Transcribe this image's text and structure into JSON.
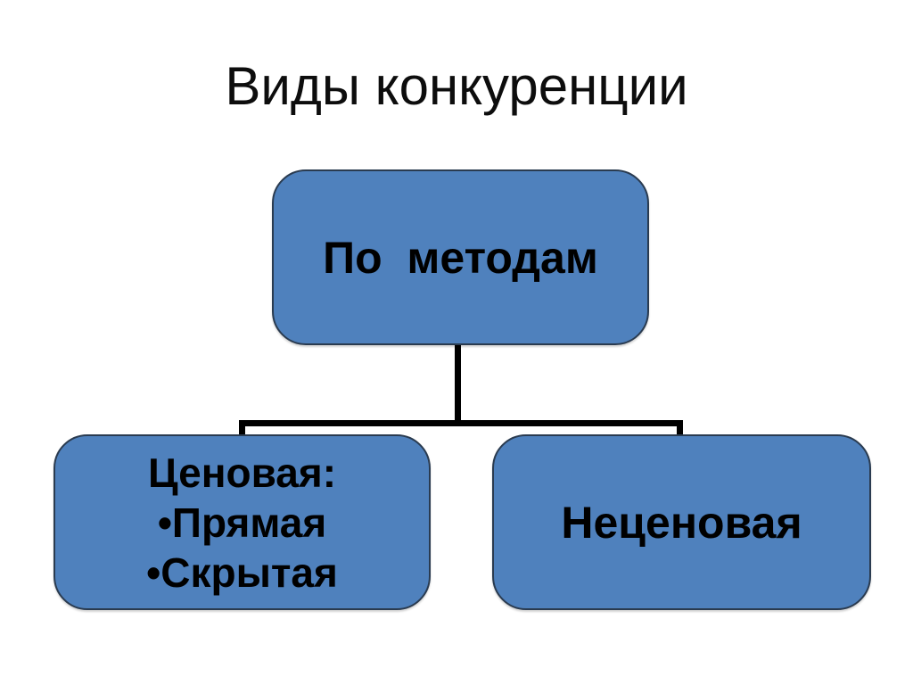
{
  "slide": {
    "title": "Виды конкуренции",
    "diagram": {
      "root": {
        "label": "По  методам"
      },
      "children": [
        {
          "lines": [
            "Ценовая:",
            "•Прямая",
            "•Скрытая"
          ]
        },
        {
          "lines": [
            "Неценовая"
          ]
        }
      ]
    },
    "colors": {
      "background": "#FFFFFF",
      "box_fill": "#4F81BD",
      "box_border": "#2A3B50",
      "connector": "#000000",
      "box_text": "#000000",
      "title_text": "#0D0D0D"
    }
  }
}
